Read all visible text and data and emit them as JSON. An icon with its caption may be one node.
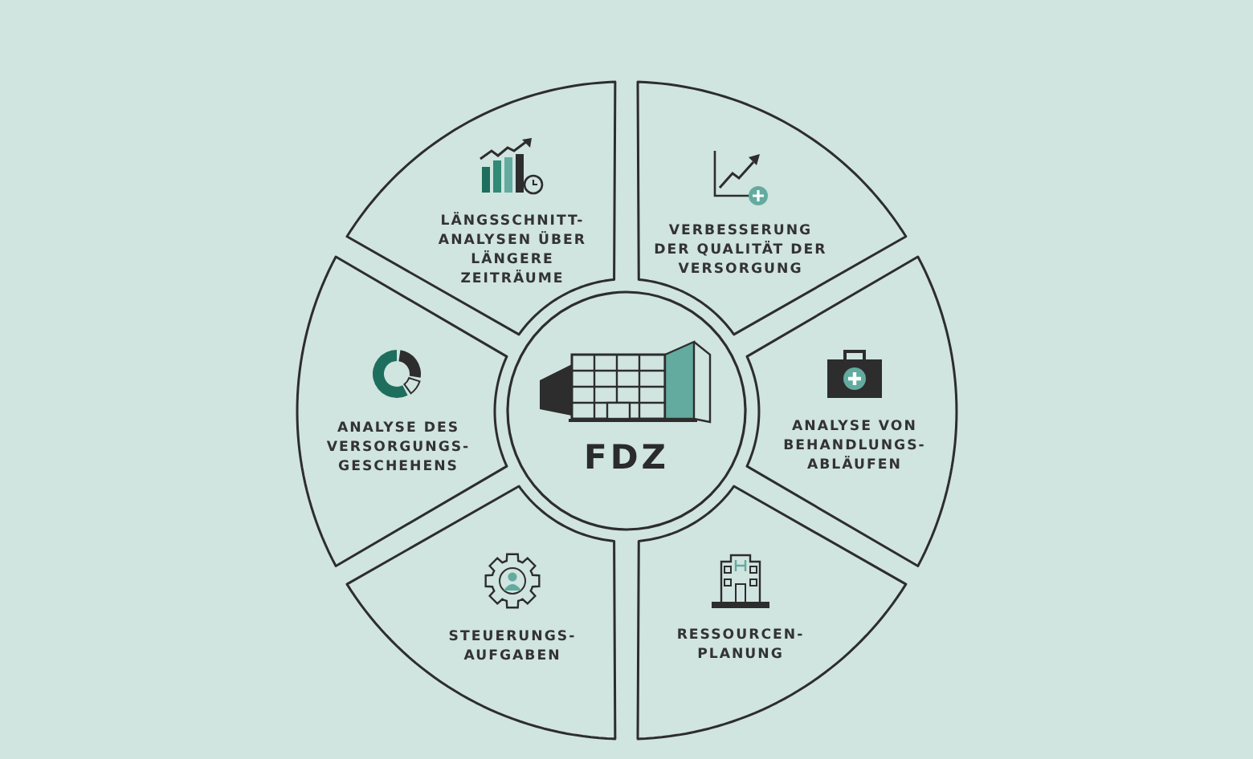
{
  "diagram": {
    "nodes": [
      {
        "text": [
          "FDZ"
        ]
      },
      {
        "text": [
          "LÄNGSSCHNITT- ANALYSEN ÜBER LÄNGERE ZEITRÄUME"
        ]
      },
      {
        "text": [
          "VERBESSERUNG DER QUALITÄT DER VERSORGUNG"
        ]
      },
      {
        "text": [
          "ANALYSE VON BEHANDLUNGS- ABLÄUFEN"
        ]
      },
      {
        "text": [
          "RESSOURCEN- PLANUNG"
        ]
      },
      {
        "text": [
          "STEUERUNGS- AUFGABEN"
        ]
      },
      {
        "text": [
          "ANALYSE DES VERSORGUNGS- GESCHEHENS"
        ]
      }
    ]
  }
}
